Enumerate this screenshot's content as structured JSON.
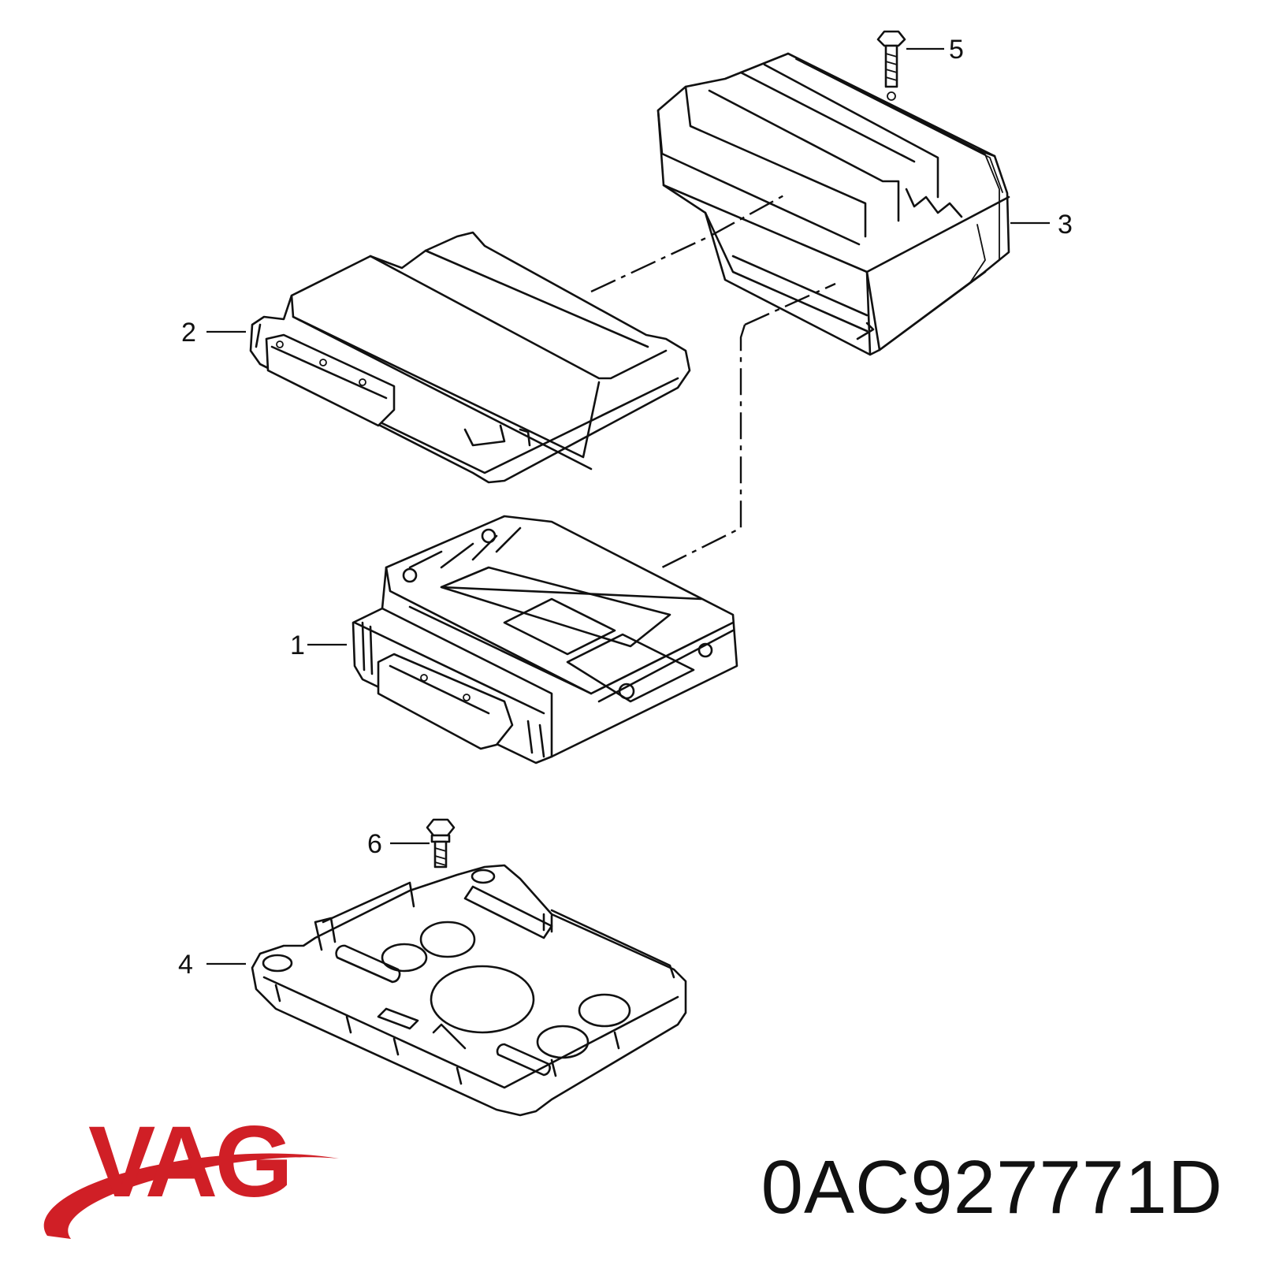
{
  "callouts": [
    {
      "id": "1",
      "label": "1"
    },
    {
      "id": "2",
      "label": "2"
    },
    {
      "id": "3",
      "label": "3"
    },
    {
      "id": "4",
      "label": "4"
    },
    {
      "id": "5",
      "label": "5"
    },
    {
      "id": "6",
      "label": "6"
    }
  ],
  "brand": {
    "name": "VAG",
    "color": "#d01f26"
  },
  "part_number": "0AC927771D"
}
